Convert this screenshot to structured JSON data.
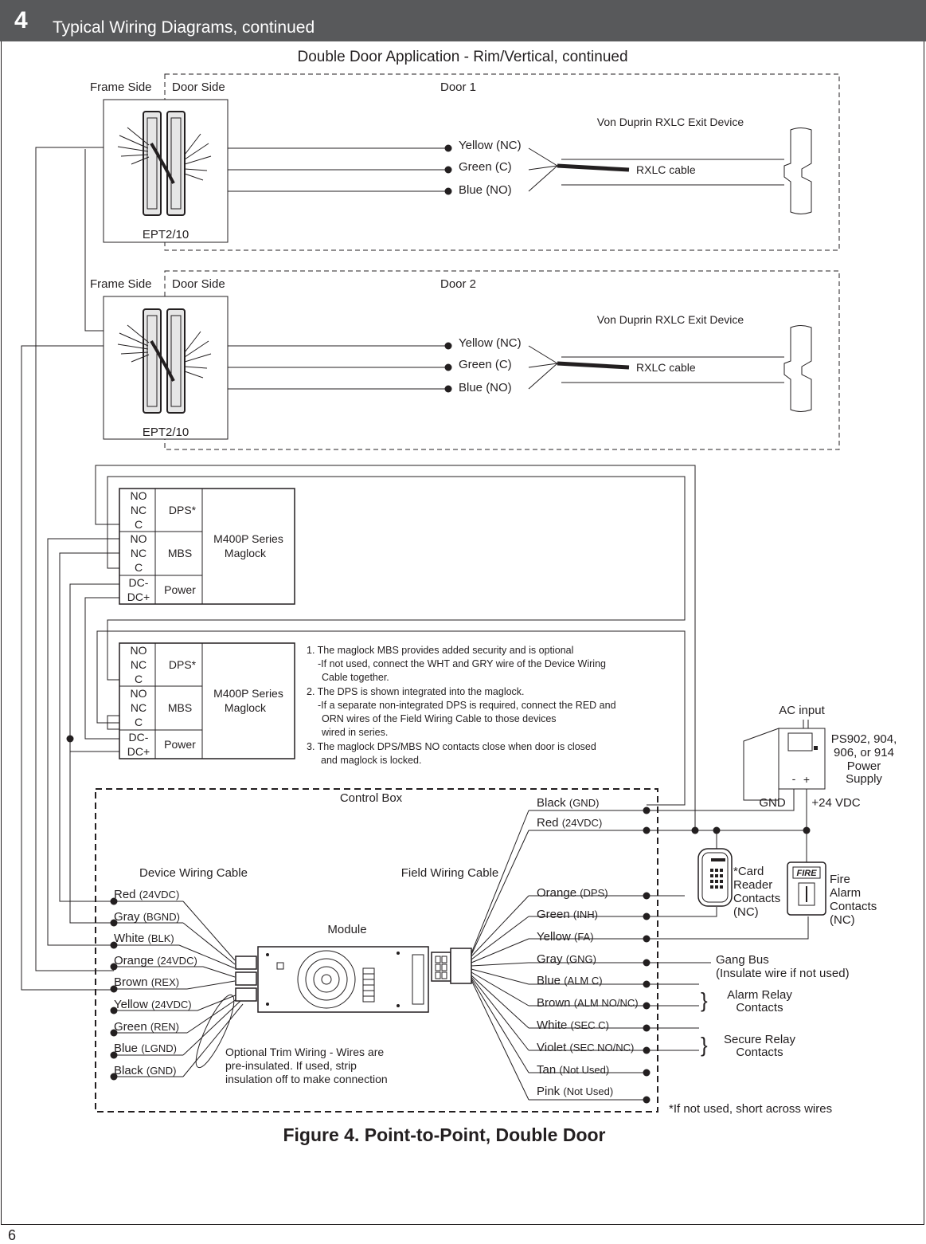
{
  "header": {
    "section_number": "4",
    "title": "Typical Wiring Diagrams, continued"
  },
  "page_number": "6",
  "diagram_title": "Double Door Application - Rim/Vertical, continued",
  "figure_caption": "Figure 4. Point-to-Point, Double Door",
  "doors": [
    {
      "frame_side": "Frame Side",
      "door_side": "Door Side",
      "door_label": "Door 1",
      "device_title": "Von Duprin RXLC Exit Device",
      "wires": [
        "Yellow (NC)",
        "Green (C)",
        "Blue (NO)"
      ],
      "cable_label": "RXLC cable",
      "ept_label": "EPT2/10"
    },
    {
      "frame_side": "Frame Side",
      "door_side": "Door Side",
      "door_label": "Door 2",
      "device_title": "Von Duprin RXLC Exit Device",
      "wires": [
        "Yellow (NC)",
        "Green (C)",
        "Blue (NO)"
      ],
      "cable_label": "RXLC cable",
      "ept_label": "EPT2/10"
    }
  ],
  "maglocks": [
    {
      "terminals": [
        "NO",
        "NC",
        "C",
        "NO",
        "NC",
        "C",
        "DC-",
        "DC+"
      ],
      "groups": [
        "DPS*",
        "MBS",
        "Power"
      ],
      "name_line1": "M400P Series",
      "name_line2": "Maglock"
    },
    {
      "terminals": [
        "NO",
        "NC",
        "C",
        "NO",
        "NC",
        "C",
        "DC-",
        "DC+"
      ],
      "groups": [
        "DPS*",
        "MBS",
        "Power"
      ],
      "name_line1": "M400P Series",
      "name_line2": "Maglock"
    }
  ],
  "notes": [
    "1. The maglock MBS provides added security and is optional",
    "-If not used, connect the WHT and GRY wire of the Device Wiring",
    "Cable together.",
    "2. The DPS is shown integrated into the maglock.",
    "-If a separate non-integrated DPS is required, connect the RED and",
    "ORN wires of the Field Wiring Cable to those devices",
    "wired in series.",
    "3. The maglock DPS/MBS NO contacts close when door is closed",
    "and maglock is locked."
  ],
  "power_supply": {
    "ac_label": "AC input",
    "name": [
      "PS902, 904,",
      "906, or 914",
      "Power",
      "Supply"
    ],
    "gnd": "GND",
    "vdc": "+24 VDC",
    "minus": "-",
    "plus": "+"
  },
  "control_box": {
    "title": "Control Box",
    "device_cable_title": "Device Wiring Cable",
    "field_cable_title": "Field Wiring Cable",
    "module_label": "Module",
    "device_wires": [
      {
        "color": "Red",
        "func": "(24VDC)"
      },
      {
        "color": "Gray",
        "func": "(BGND)"
      },
      {
        "color": "White",
        "func": "(BLK)"
      },
      {
        "color": "Orange",
        "func": "(24VDC)"
      },
      {
        "color": "Brown",
        "func": "(REX)"
      },
      {
        "color": "Yellow",
        "func": "(24VDC)"
      },
      {
        "color": "Green",
        "func": "(REN)"
      },
      {
        "color": "Blue",
        "func": "(LGND)"
      },
      {
        "color": "Black",
        "func": "(GND)"
      }
    ],
    "field_wires": [
      {
        "color": "Black",
        "func": "(GND)"
      },
      {
        "color": "Red",
        "func": "(24VDC)"
      },
      {
        "color": "Orange",
        "func": "(DPS)"
      },
      {
        "color": "Green",
        "func": "(INH)"
      },
      {
        "color": "Yellow",
        "func": "(FA)"
      },
      {
        "color": "Gray",
        "func": "(GNG)"
      },
      {
        "color": "Blue",
        "func": "(ALM C)"
      },
      {
        "color": "Brown",
        "func": "(ALM NO/NC)"
      },
      {
        "color": "White",
        "func": "(SEC C)"
      },
      {
        "color": "Violet",
        "func": "(SEC NO/NC)"
      },
      {
        "color": "Tan",
        "func": "(Not Used)"
      },
      {
        "color": "Pink",
        "func": "(Not Used)"
      }
    ],
    "trim_note": [
      "Optional Trim Wiring - Wires are",
      "pre-insulated. If used, strip",
      "insulation off to make connection"
    ]
  },
  "card_reader": [
    "*Card",
    "Reader",
    "Contacts",
    "(NC)"
  ],
  "fire_alarm": {
    "sign": "FIRE",
    "label": [
      "Fire",
      "Alarm",
      "Contacts",
      "(NC)"
    ]
  },
  "gang_bus": [
    "Gang Bus",
    "(Insulate wire if not used)"
  ],
  "alarm_relay": [
    "Alarm Relay",
    "Contacts"
  ],
  "secure_relay": [
    "Secure Relay",
    "Contacts"
  ],
  "footnote": "*If not used, short across wires"
}
